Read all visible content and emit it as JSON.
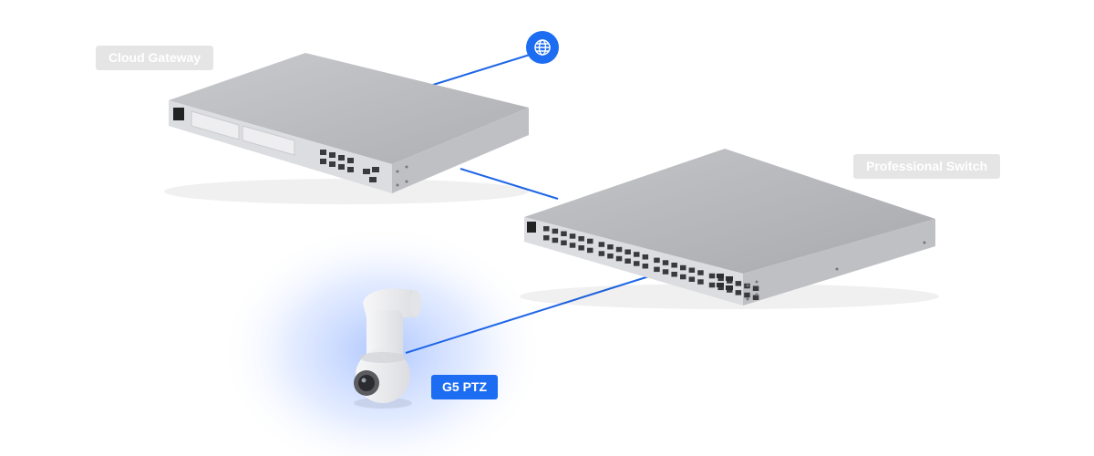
{
  "colors": {
    "accent": "#1d6df2",
    "link": "#1f66e6",
    "label_bg_muted": "#e5e5e5",
    "label_text": "#ffffff",
    "device_top": "#b8b9bd",
    "device_front": "#dcdde0",
    "camera_glow": "#6e9bff"
  },
  "internet_node": {
    "icon": "globe-icon"
  },
  "devices": {
    "gateway": {
      "label": "Cloud Gateway"
    },
    "switch": {
      "label": "Professional Switch"
    },
    "camera": {
      "label": "G5 PTZ"
    }
  }
}
